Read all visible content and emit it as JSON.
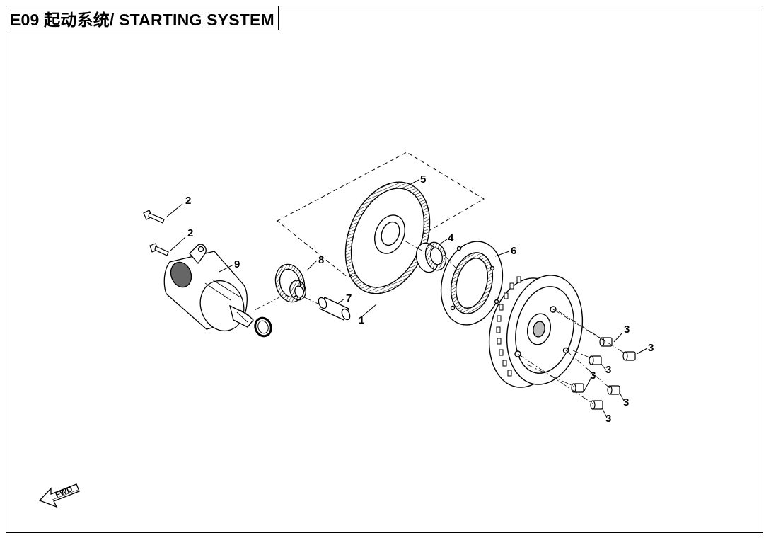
{
  "page": {
    "title": "E09 起动系统/ STARTING SYSTEM"
  },
  "callouts": [
    {
      "id": "c1",
      "label": "1",
      "part": "starter-clutch-assembly"
    },
    {
      "id": "c2a",
      "label": "2",
      "part": "bolt-upper"
    },
    {
      "id": "c2b",
      "label": "2",
      "part": "bolt-lower"
    },
    {
      "id": "c3a",
      "label": "3",
      "part": "socket-bolt"
    },
    {
      "id": "c3b",
      "label": "3",
      "part": "socket-bolt"
    },
    {
      "id": "c3c",
      "label": "3",
      "part": "socket-bolt"
    },
    {
      "id": "c3d",
      "label": "3",
      "part": "socket-bolt"
    },
    {
      "id": "c3e",
      "label": "3",
      "part": "socket-bolt"
    },
    {
      "id": "c3f",
      "label": "3",
      "part": "socket-bolt"
    },
    {
      "id": "c4",
      "label": "4",
      "part": "needle-bearing"
    },
    {
      "id": "c5",
      "label": "5",
      "part": "starter-driven-gear"
    },
    {
      "id": "c6",
      "label": "6",
      "part": "one-way-clutch"
    },
    {
      "id": "c7",
      "label": "7",
      "part": "idler-shaft"
    },
    {
      "id": "c8",
      "label": "8",
      "part": "idler-gear"
    },
    {
      "id": "c9",
      "label": "9",
      "part": "starter-motor"
    }
  ],
  "fwd_marker": {
    "label": "FWD"
  },
  "colors": {
    "ink": "#000000",
    "paper": "#ffffff",
    "shade": "#bdbdbd"
  }
}
